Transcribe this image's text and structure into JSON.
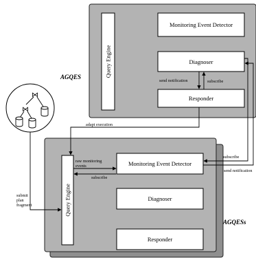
{
  "upper_system": {
    "name": "AGQES",
    "query_engine": "Query Engine",
    "monitoring_event_detector": "Monitoring Event Detector",
    "diagnoser": "Diagnoser",
    "responder": "Responder",
    "send_notification": "send notification",
    "subscribe": "subscribe"
  },
  "lower_system": {
    "name": "AGQESs",
    "query_engine": "Query Engine",
    "monitoring_event_detector": "Monitoring Event Detector",
    "diagnoser": "Diagnoser",
    "responder": "Responder",
    "raw_monitoring_events_line1": "raw monitoring",
    "raw_monitoring_events_line2": "events",
    "subscribe": "subscribe"
  },
  "connections": {
    "adapt_execution": "adapt  execution",
    "subscribe": "subscribe",
    "send_notification": "send notification",
    "submit_plan_fragment_line1": "submit",
    "submit_plan_fragment_line2": "plan",
    "submit_plan_fragment_line3": "fragment"
  },
  "plan_icon": {
    "join_symbol": "⋈"
  }
}
